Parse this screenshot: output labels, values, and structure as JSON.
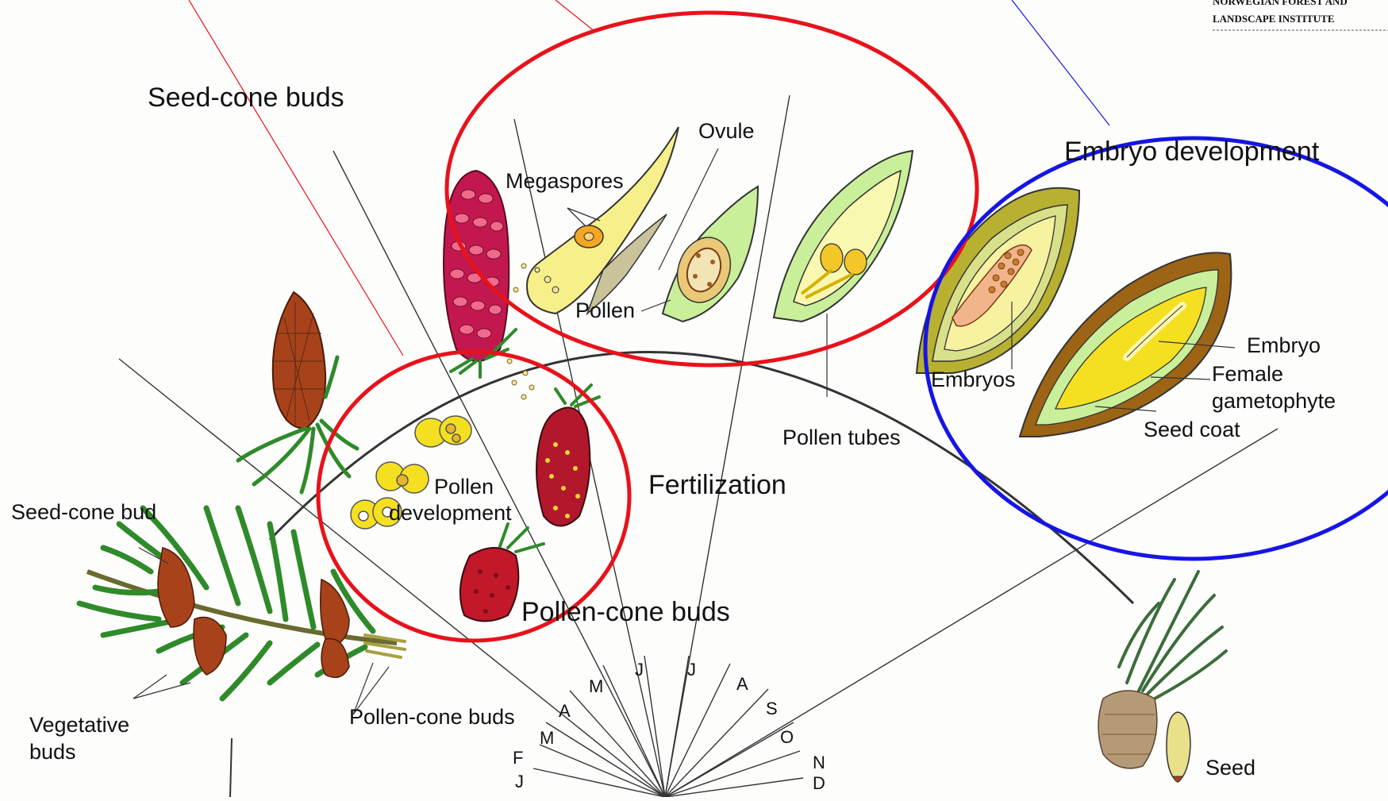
{
  "institute": {
    "line1": "NORWEGIAN FOREST AND",
    "line2": "LANDSCAPE INSTITUTE"
  },
  "sections": {
    "seed_cone_buds": "Seed-cone buds",
    "embryo_development": "Embryo development",
    "fertilization": "Fertilization",
    "pollen_cone_buds": "Pollen-cone buds",
    "pollen_development_1": "Pollen",
    "pollen_development_2": "development"
  },
  "labels": {
    "ovule": "Ovule",
    "megaspores": "Megaspores",
    "pollen": "Pollen",
    "pollen_tubes": "Pollen tubes",
    "embryos": "Embryos",
    "embryo": "Embryo",
    "female_1": "Female",
    "female_2": "gametophyte",
    "seed_coat": "Seed coat",
    "seed": "Seed",
    "seed_cone_bud": "Seed-cone bud",
    "vegetative_1": "Vegetative",
    "vegetative_2": "buds",
    "pollen_cone_buds_small": "Pollen-cone buds"
  },
  "months": [
    "J",
    "F",
    "M",
    "A",
    "M",
    "J",
    "J",
    "A",
    "S",
    "O",
    "N",
    "D"
  ],
  "colors": {
    "highlight_red": "#e8121a",
    "highlight_blue": "#1515e6",
    "needle_green": "#2f8a2a",
    "cone_brown": "#a8421b",
    "pollen_yellow": "#f4e020",
    "ovule_green": "#c9ef9a",
    "seed_coat_brown": "#9c6414"
  }
}
